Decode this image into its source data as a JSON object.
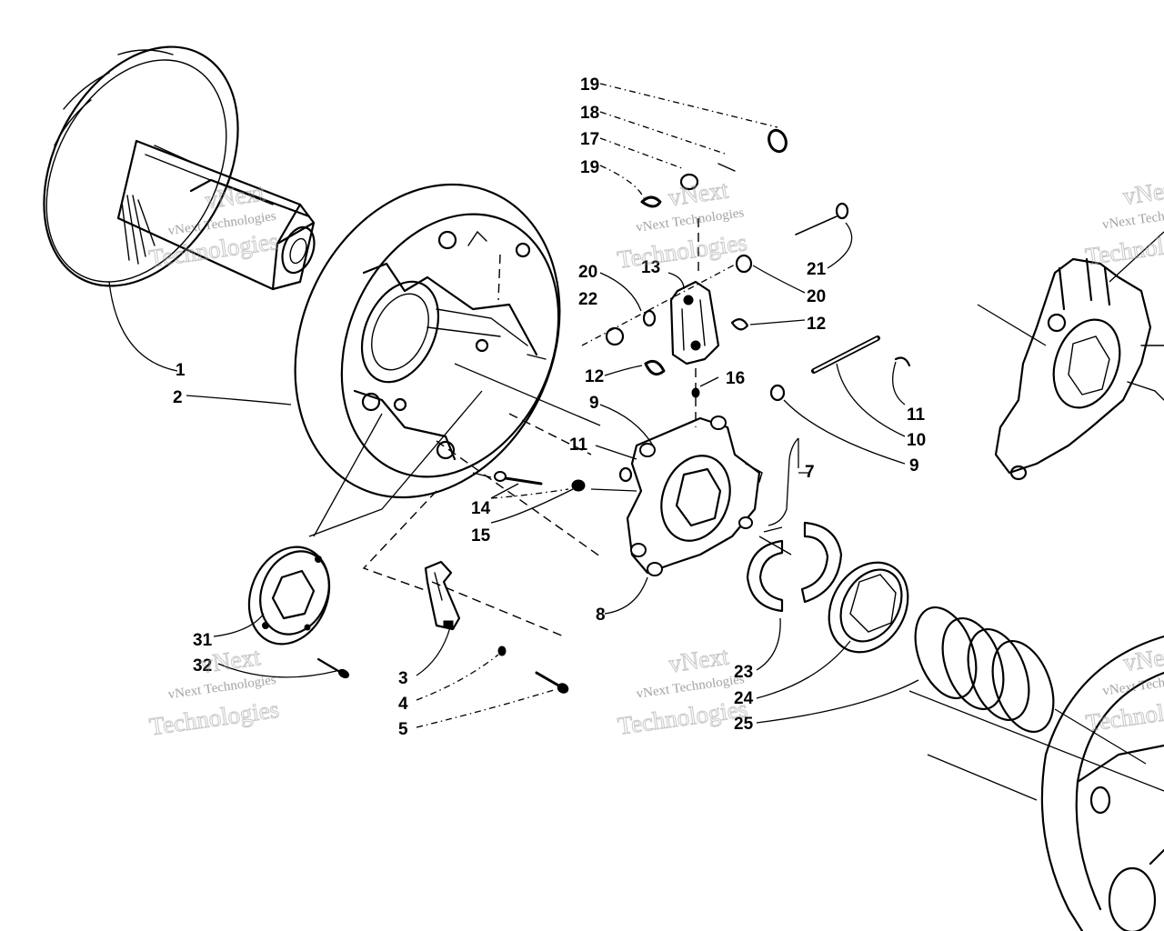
{
  "diagram": {
    "watermark": {
      "company": "vNext Technologies",
      "word1": "vNext",
      "word2": "Technologies",
      "color": "#c4c4c4"
    },
    "ink_color": "#000000",
    "background": "#ffffff",
    "callouts": [
      {
        "id": "c-19a",
        "text": "19"
      },
      {
        "id": "c-18",
        "text": "18"
      },
      {
        "id": "c-17",
        "text": "17"
      },
      {
        "id": "c-19b",
        "text": "19"
      },
      {
        "id": "c-21",
        "text": "21"
      },
      {
        "id": "c-20a",
        "text": "20"
      },
      {
        "id": "c-13",
        "text": "13"
      },
      {
        "id": "c-20b",
        "text": "20"
      },
      {
        "id": "c-22",
        "text": "22"
      },
      {
        "id": "c-12a",
        "text": "12"
      },
      {
        "id": "c-12b",
        "text": "12"
      },
      {
        "id": "c-16",
        "text": "16"
      },
      {
        "id": "c-9a",
        "text": "9"
      },
      {
        "id": "c-11a",
        "text": "11"
      },
      {
        "id": "c-11b",
        "text": "11"
      },
      {
        "id": "c-10",
        "text": "10"
      },
      {
        "id": "c-9b",
        "text": "9"
      },
      {
        "id": "c-7",
        "text": "7"
      },
      {
        "id": "c-1",
        "text": "1"
      },
      {
        "id": "c-2",
        "text": "2"
      },
      {
        "id": "c-14",
        "text": "14"
      },
      {
        "id": "c-15",
        "text": "15"
      },
      {
        "id": "c-8",
        "text": "8"
      },
      {
        "id": "c-31",
        "text": "31"
      },
      {
        "id": "c-32",
        "text": "32"
      },
      {
        "id": "c-3",
        "text": "3"
      },
      {
        "id": "c-4",
        "text": "4"
      },
      {
        "id": "c-5",
        "text": "5"
      },
      {
        "id": "c-23",
        "text": "23"
      },
      {
        "id": "c-24",
        "text": "24"
      },
      {
        "id": "c-25",
        "text": "25"
      }
    ]
  }
}
